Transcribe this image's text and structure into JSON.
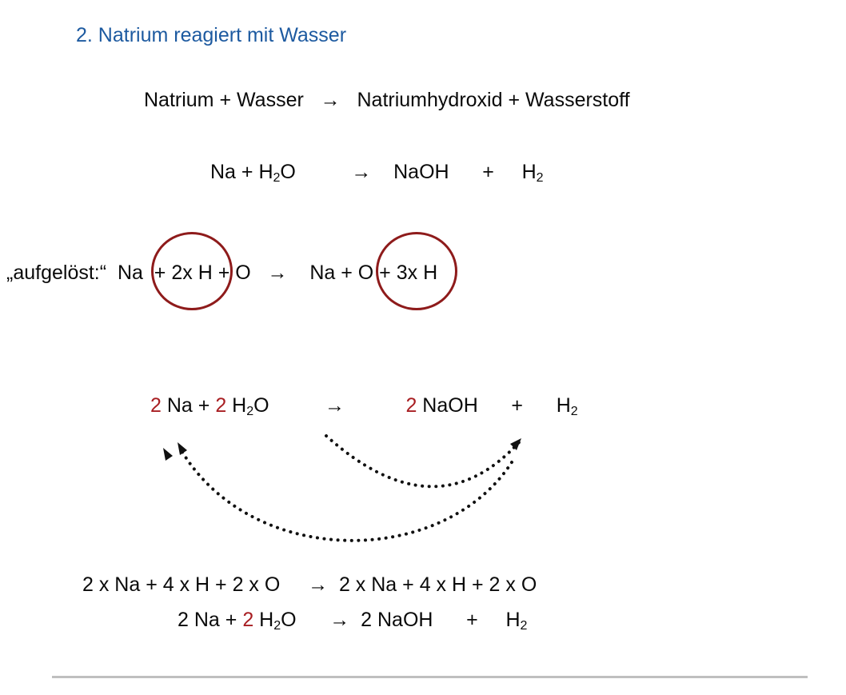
{
  "title": "2. Natrium reagiert mit Wasser",
  "colors": {
    "title_blue": "#1d5aa0",
    "accent_red": "#a81e22",
    "circle_red": "#8e1b1b",
    "divider": "#bfbfbf",
    "arrow": "#111111",
    "text": "#0a0a0a"
  },
  "equations": {
    "word": [
      {
        "text": "Natrium + Wasser   "
      },
      {
        "text": "→"
      },
      {
        "text": "   Natriumhydroxid + Wasserstoff"
      }
    ],
    "formula": [
      {
        "text": "Na + H"
      },
      {
        "text": "2",
        "sub": true
      },
      {
        "text": "O          "
      },
      {
        "text": "→"
      },
      {
        "text": "    NaOH      +     H"
      },
      {
        "text": "2",
        "sub": true
      }
    ],
    "aufgeloest": [
      {
        "text": "„aufgelöst:“  Na  + "
      },
      {
        "text": "2x H",
        "circle": true
      },
      {
        "text": " + O   "
      },
      {
        "text": "→"
      },
      {
        "text": "    Na + O + "
      },
      {
        "text": "3x H",
        "circle": true
      }
    ],
    "balanced": [
      {
        "text": "2",
        "red": true
      },
      {
        "text": " Na + "
      },
      {
        "text": "2",
        "red": true
      },
      {
        "text": " H"
      },
      {
        "text": "2",
        "sub": true
      },
      {
        "text": "O          "
      },
      {
        "text": "→"
      },
      {
        "text": "           "
      },
      {
        "text": "2",
        "red": true
      },
      {
        "text": " NaOH      +      H"
      },
      {
        "text": "2",
        "sub": true
      }
    ],
    "atom_count": [
      {
        "text": "2 x Na + 4 x H + 2 x O     "
      },
      {
        "text": "→"
      },
      {
        "text": "  2 x Na + 4 x H + 2 x O"
      }
    ],
    "final": [
      {
        "text": "2 Na + "
      },
      {
        "text": "2",
        "red": true
      },
      {
        "text": " H"
      },
      {
        "text": "2",
        "sub": true
      },
      {
        "text": "O      "
      },
      {
        "text": "→"
      },
      {
        "text": "  2 NaOH      +     H"
      },
      {
        "text": "2",
        "sub": true
      }
    ]
  }
}
